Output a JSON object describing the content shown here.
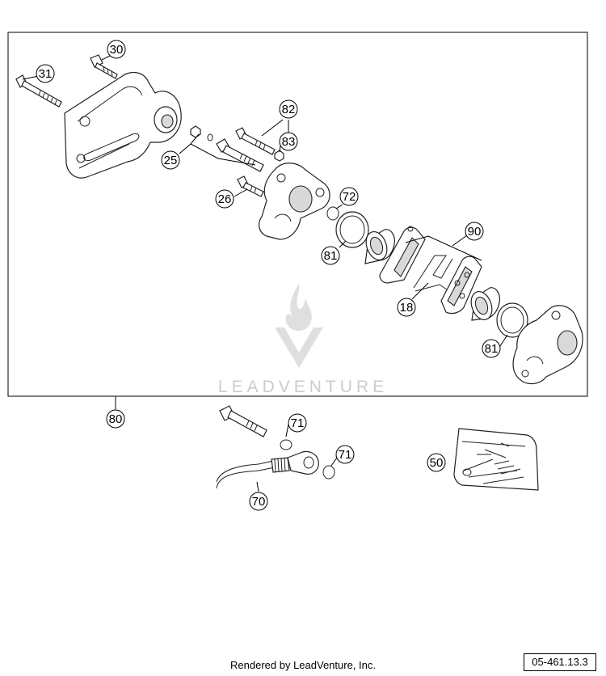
{
  "callouts": [
    "30",
    "31",
    "82",
    "83",
    "25",
    "26",
    "72",
    "90",
    "81",
    "18",
    "81",
    "80",
    "71",
    "71",
    "70",
    "50"
  ],
  "watermark": "LEADVENTURE",
  "footer": {
    "credit": "Rendered by LeadVenture, Inc.",
    "code": "05-461.13.3"
  }
}
